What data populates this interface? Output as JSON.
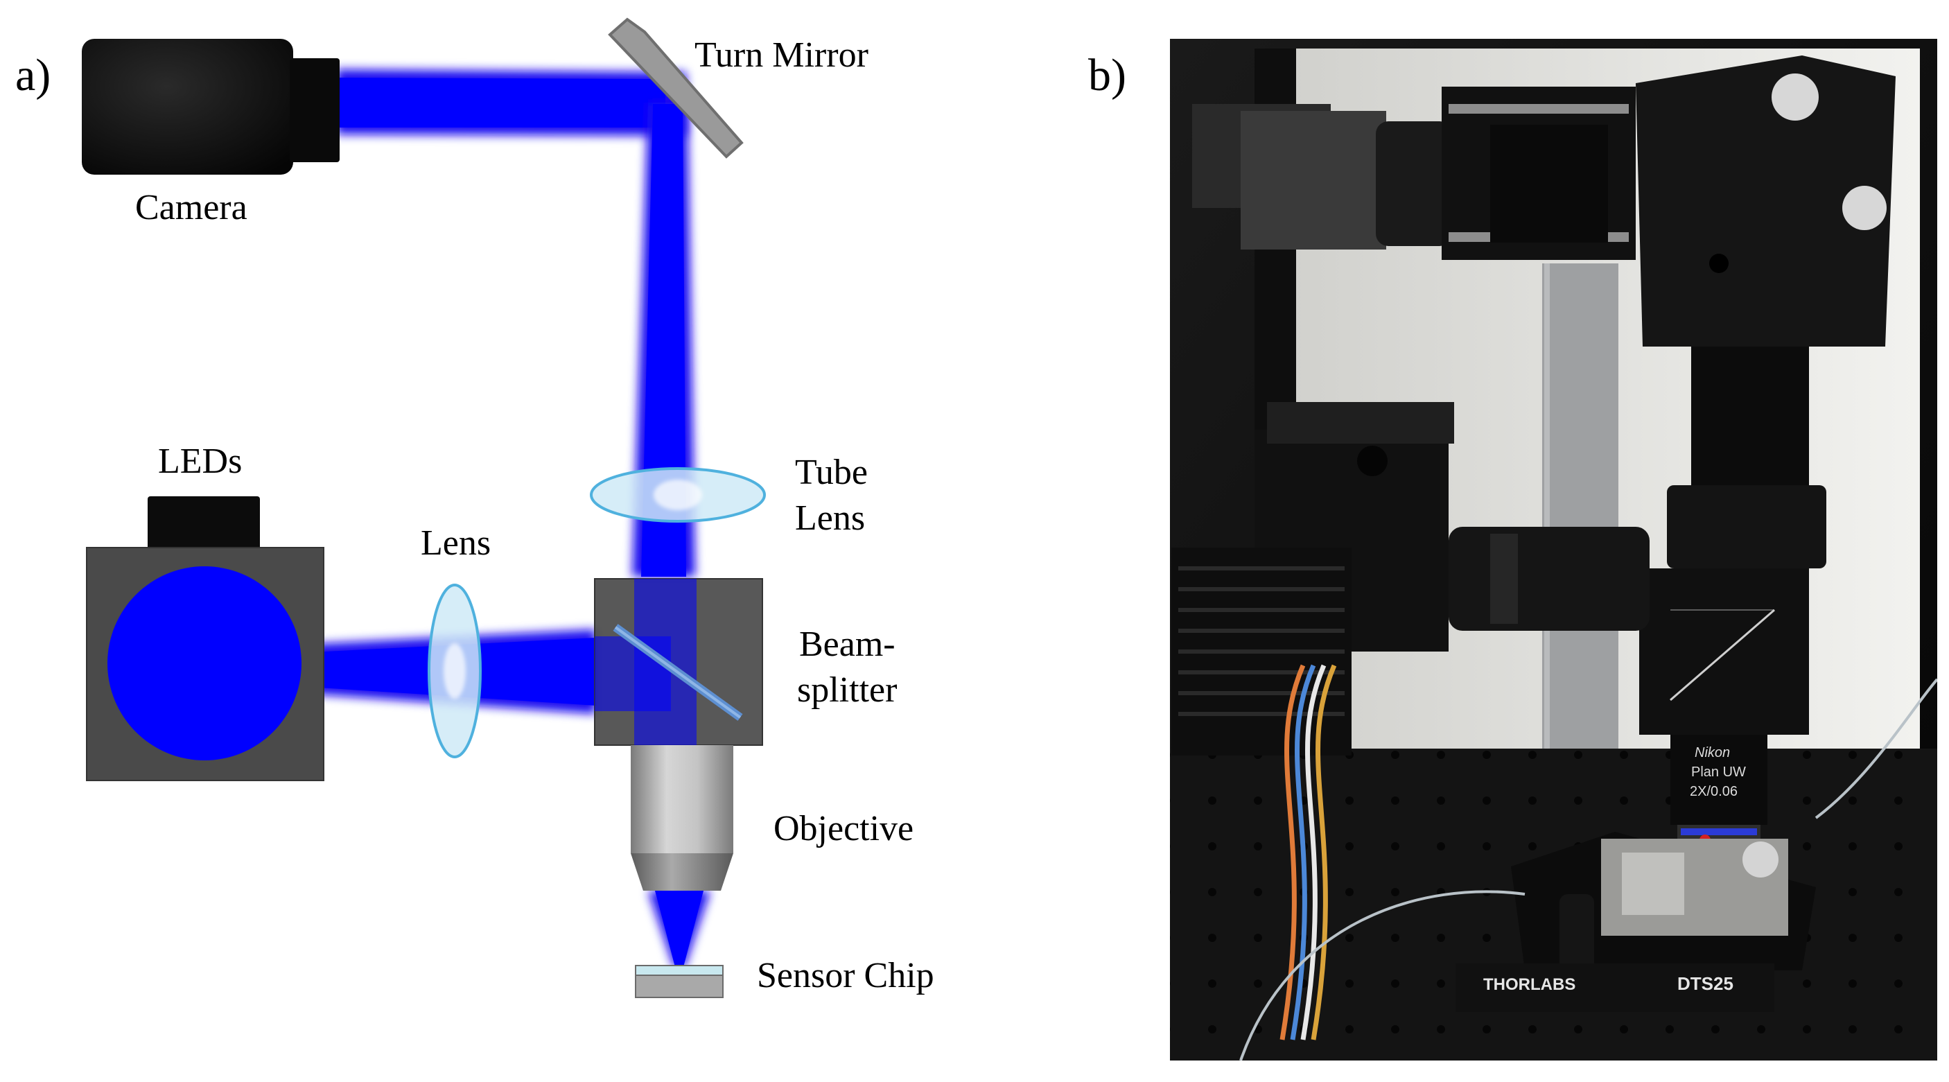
{
  "panel_a": {
    "panel_label": "a)",
    "labels": {
      "turn_mirror": "Turn Mirror",
      "camera": "Camera",
      "leds": "LEDs",
      "lens": "Lens",
      "tube_lens_line1": "Tube",
      "tube_lens_line2": "Lens",
      "beamsplitter_line1": "Beam-",
      "beamsplitter_line2": "splitter",
      "objective": "Objective",
      "sensor_chip": "Sensor Chip"
    }
  },
  "panel_b": {
    "panel_label": "b)",
    "photo_text": {
      "thorlabs_brand": "THORLABS",
      "stage_model": "DTS25",
      "objective_brand": "Nikon",
      "objective_type": "Plan UW",
      "objective_magnification": "2X/0.06"
    }
  },
  "colors": {
    "beam": "#1a10f0",
    "beam_core": "#0000ff",
    "housing": "#4a4a4a",
    "camera_body": "#0c0c0c",
    "lens_fill": "#cfeaf7",
    "lens_stroke": "#4fb1de",
    "objective_gray": "#a8a8a8",
    "chip_glass": "#c8e8ef"
  }
}
